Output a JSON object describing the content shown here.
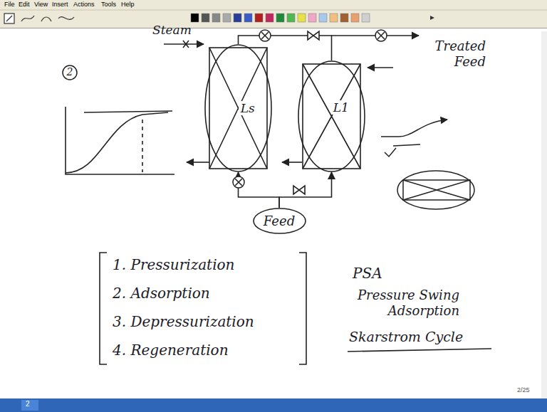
{
  "diagram": {
    "nodes": [
      {
        "text": [
          "Ls"
        ]
      },
      {
        "text": [
          "L1"
        ]
      },
      {
        "text": [
          "Feed"
        ]
      }
    ],
    "edges": [
      {
        "from": 2,
        "to": 0,
        "arrow": "to"
      },
      {
        "from": 2,
        "to": 1,
        "arrow": "to"
      },
      {
        "from": 0,
        "to": 1,
        "arrow": "none"
      }
    ],
    "labels": [
      "File",
      "Edit",
      "View",
      "Insert",
      "Actions",
      "Tools",
      "Help",
      "2",
      "Steam",
      "Treated Feed",
      "1. Pressurization",
      "2. Adsorption",
      "3. Depressurization",
      "4. Regeneration",
      "PSA",
      "Pressure Swing Adsorption",
      "Skarstrom Cycle",
      "2",
      "2/25"
    ]
  }
}
